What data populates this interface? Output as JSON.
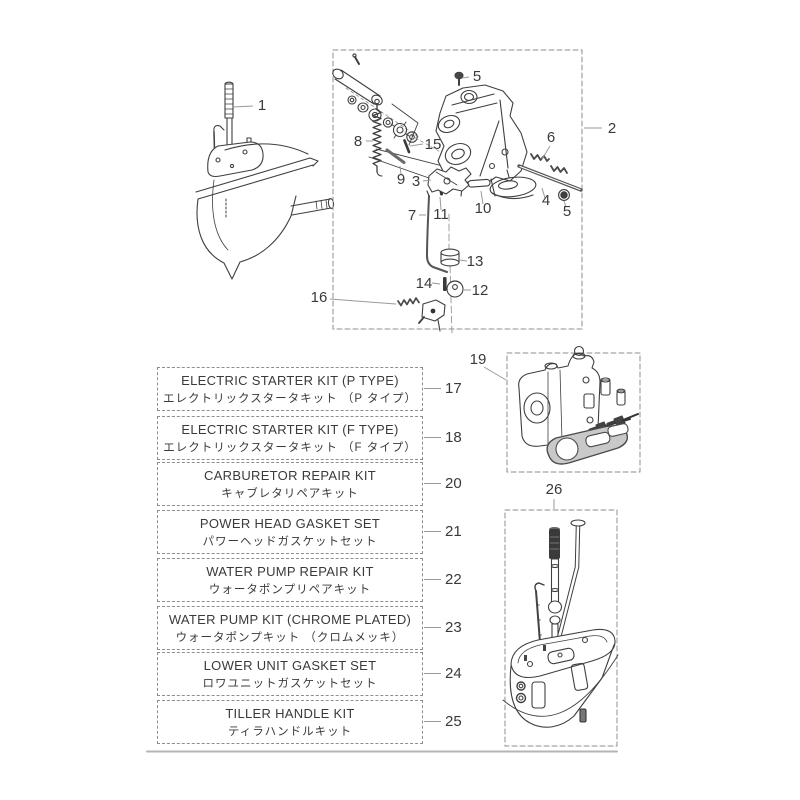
{
  "callouts": {
    "c1": "1",
    "c2": "2",
    "c3": "3",
    "c4": "4",
    "c5": "5",
    "c6": "6",
    "c7": "7",
    "c8": "8",
    "c9": "9",
    "c10": "10",
    "c11": "11",
    "c12": "12",
    "c13": "13",
    "c14": "14",
    "c15": "15",
    "c16": "16",
    "c19": "19",
    "c26": "26"
  },
  "kits": [
    {
      "en": "ELECTRIC STARTER KIT (P TYPE)",
      "jp": "エレクトリックスタータキット （P タイプ）",
      "number": "17"
    },
    {
      "en": "ELECTRIC STARTER KIT (F TYPE)",
      "jp": "エレクトリックスタータキット （F タイプ）",
      "number": "18"
    },
    {
      "en": "CARBURETOR REPAIR KIT",
      "jp": "キャブレタリペアキット",
      "number": "20"
    },
    {
      "en": "POWER HEAD GASKET SET",
      "jp": "パワーヘッドガスケットセット",
      "number": "21"
    },
    {
      "en": "WATER PUMP REPAIR KIT",
      "jp": "ウォータポンプリペアキット",
      "number": "22"
    },
    {
      "en": "WATER PUMP KIT (CHROME PLATED)",
      "jp": "ウォータポンプキット （クロムメッキ）",
      "number": "23"
    },
    {
      "en": "LOWER UNIT GASKET SET",
      "jp": "ロワユニットガスケットセット",
      "number": "24"
    },
    {
      "en": "TILLER HANDLE KIT",
      "jp": "ティラハンドルキット",
      "number": "25"
    }
  ],
  "colors": {
    "line_art": "#3f3f3f",
    "dashed_border": "#8e8e8e",
    "leader_line": "#9a9a9a",
    "text": "#3a3a3a",
    "gasket_fill": "#c9c9c9",
    "divider": "#b5b5b5"
  }
}
